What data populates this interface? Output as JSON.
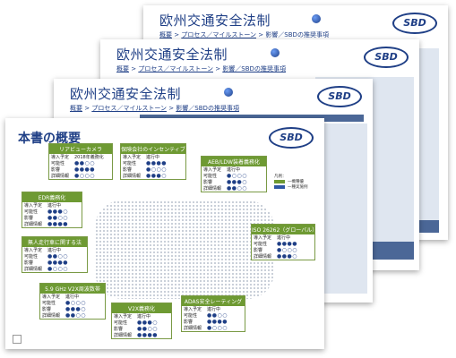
{
  "slides": {
    "back": {
      "title": "欧州交通安全法制",
      "breadcrumb_a": "概要",
      "breadcrumb_sep": " > ",
      "breadcrumb_b": "プロセス／マイルストーン",
      "breadcrumb_c": "影響／SBDの推奨事項",
      "logo": "SBD"
    },
    "main": {
      "title": "本書の概要",
      "logo": "SBD",
      "legend_title": "凡例：",
      "legend_a": "一機種優",
      "legend_b": "一種実施例"
    }
  },
  "boxes": [
    {
      "id": "rear-camera",
      "title": "リアビューカメラ",
      "rows": [
        [
          "導入予定",
          "2018年義務化"
        ],
        [
          "可能性",
          ""
        ],
        [
          "影響",
          ""
        ],
        [
          "詳細情報",
          ""
        ]
      ]
    },
    {
      "id": "insurance",
      "title": "保険会社のインセンティブ",
      "rows": [
        [
          "導入予定",
          "進行中"
        ],
        [
          "可能性",
          ""
        ],
        [
          "影響",
          ""
        ],
        [
          "詳細情報",
          ""
        ]
      ]
    },
    {
      "id": "aeb-ldw",
      "title": "AEB/LDW装着義務化",
      "rows": [
        [
          "導入予定",
          "進行中"
        ],
        [
          "可能性",
          ""
        ],
        [
          "影響",
          ""
        ],
        [
          "詳細情報",
          ""
        ]
      ]
    },
    {
      "id": "edr",
      "title": "EDR義務化",
      "rows": [
        [
          "導入予定",
          "進行中"
        ],
        [
          "可能性",
          ""
        ],
        [
          "影響",
          ""
        ],
        [
          "詳細情報",
          ""
        ]
      ]
    },
    {
      "id": "unmanned",
      "title": "無人走行車に関する法",
      "rows": [
        [
          "導入予定",
          "進行中"
        ],
        [
          "可能性",
          ""
        ],
        [
          "影響",
          ""
        ],
        [
          "詳細情報",
          ""
        ]
      ]
    },
    {
      "id": "iso26262",
      "title": "ISO 26262（グローバル）",
      "rows": [
        [
          "導入予定",
          "進行中"
        ],
        [
          "可能性",
          ""
        ],
        [
          "影響",
          ""
        ],
        [
          "詳細情報",
          ""
        ]
      ]
    },
    {
      "id": "v2x",
      "title": "5.9 GHz V2X周波数帯",
      "rows": [
        [
          "導入予定",
          "進行中"
        ],
        [
          "可能性",
          ""
        ],
        [
          "影響",
          ""
        ],
        [
          "詳細情報",
          ""
        ]
      ]
    },
    {
      "id": "v2x-mandate",
      "title": "V2X義務化",
      "rows": [
        [
          "導入予定",
          "進行中"
        ],
        [
          "可能性",
          ""
        ],
        [
          "影響",
          ""
        ],
        [
          "詳細情報",
          ""
        ]
      ]
    },
    {
      "id": "adas",
      "title": "ADAS安全レーティング",
      "rows": [
        [
          "導入予定",
          "進行中"
        ],
        [
          "可能性",
          ""
        ],
        [
          "影響",
          ""
        ],
        [
          "詳細情報",
          ""
        ]
      ]
    }
  ],
  "colors": {
    "brand": "#1f3f86",
    "header_green": "#6e9a33",
    "leader": "#c8a93a"
  }
}
